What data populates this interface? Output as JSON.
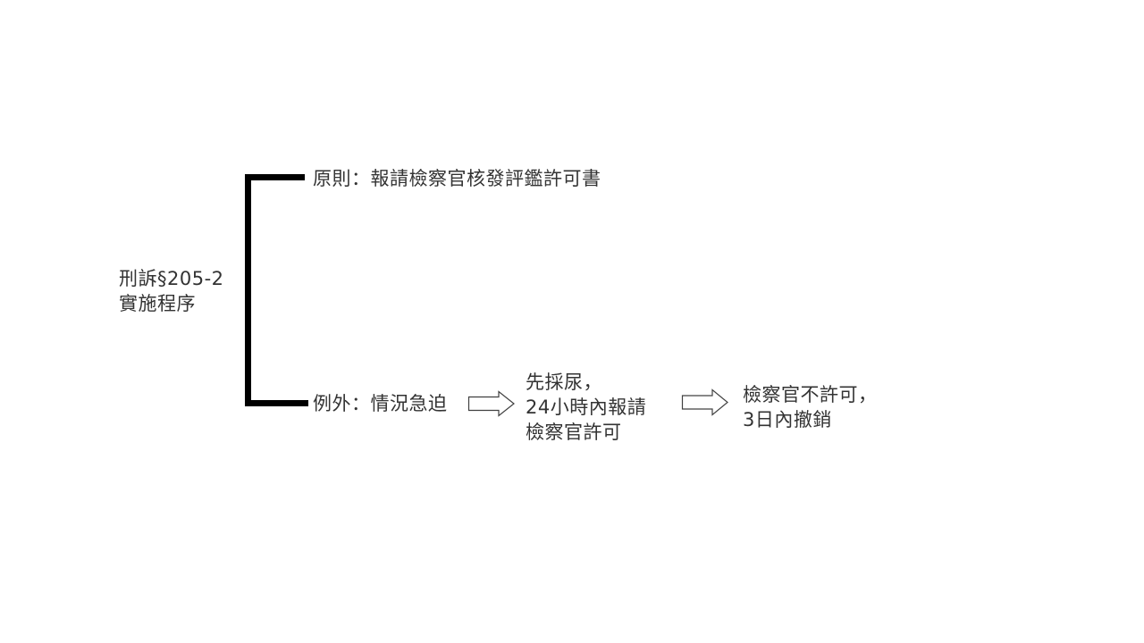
{
  "root": {
    "lines": [
      "刑訴§205-2",
      "實施程序"
    ]
  },
  "principle": {
    "label": "原則：報請檢察官核發評鑑許可書"
  },
  "exception": {
    "label": "例外：情況急迫",
    "step1": {
      "lines": [
        "先採尿，",
        "24小時內報請",
        "檢察官許可"
      ]
    },
    "step2": {
      "lines": [
        "檢察官不許可，",
        "3日內撤銷"
      ]
    }
  },
  "icons": {
    "arrow1": "hollow-right-arrow",
    "arrow2": "hollow-right-arrow"
  },
  "colors": {
    "text": "#333333",
    "bracket": "#000000",
    "arrow_stroke": "#404040",
    "background": "#ffffff"
  }
}
